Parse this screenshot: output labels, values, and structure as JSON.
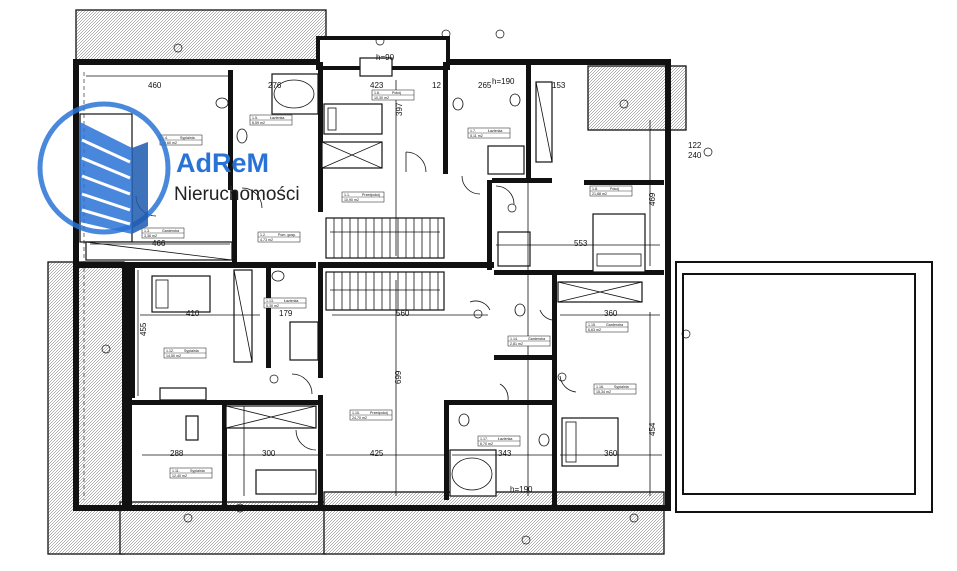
{
  "logo": {
    "name": "AdReM",
    "subtitle": "Nieruchomości",
    "color": "#2a73d6"
  },
  "dimensions": [
    {
      "text": "460"
    },
    {
      "text": "276"
    },
    {
      "text": "423"
    },
    {
      "text": "12"
    },
    {
      "text": "265"
    },
    {
      "text": "153"
    },
    {
      "text": "466"
    },
    {
      "text": "410"
    },
    {
      "text": "179"
    },
    {
      "text": "560"
    },
    {
      "text": "553"
    },
    {
      "text": "360"
    },
    {
      "text": "288"
    },
    {
      "text": "300"
    },
    {
      "text": "425"
    },
    {
      "text": "343"
    },
    {
      "text": "360"
    },
    {
      "text": "699"
    },
    {
      "text": "455"
    },
    {
      "text": "397"
    },
    {
      "text": "469"
    },
    {
      "text": "454"
    },
    {
      "text": "122"
    },
    {
      "text": "240"
    },
    {
      "text": "h=190"
    },
    {
      "text": "h=190"
    },
    {
      "text": "h=90"
    }
  ],
  "rooms": [
    {
      "number": "1.4.",
      "name": "Sypialnia",
      "area": "19,60 m2"
    },
    {
      "number": "1.5.",
      "name": "Łazienka",
      "area": "6,59 m2"
    },
    {
      "number": "1.6.",
      "name": "Pokój",
      "area": "10,30 m2"
    },
    {
      "number": "1.7.",
      "name": "Łazienka",
      "area": "5,11 m2"
    },
    {
      "number": "1.8.",
      "name": "Pokój",
      "area": "21,88 m2"
    },
    {
      "number": "1.1.",
      "name": "Przedpokój",
      "area": "10,90 m2"
    },
    {
      "number": "1.3.",
      "name": "Garderoba",
      "area": "3,36 m2"
    },
    {
      "number": "1.2.",
      "name": "Pom. gosp.",
      "area": "4,73 m2"
    },
    {
      "number": "1.12.",
      "name": "Sypialnia",
      "area": "14,50 m2"
    },
    {
      "number": "1.13.",
      "name": "Łazienka",
      "area": "5,30 m2"
    },
    {
      "number": "1.14.",
      "name": "Garderoba",
      "area": "2,81 m2"
    },
    {
      "number": "1.15.",
      "name": "Garderoba",
      "area": "6,63 m2"
    },
    {
      "number": "1.16.",
      "name": "Sypialnia",
      "area": "15,34 m2"
    },
    {
      "number": "1.10.",
      "name": "Przedpokój",
      "area": "24,70 m2"
    },
    {
      "number": "1.17.",
      "name": "Łazienka",
      "area": "6,70 m2"
    },
    {
      "number": "1.11.",
      "name": "Sypialnia",
      "area": "12,40 m2"
    }
  ]
}
